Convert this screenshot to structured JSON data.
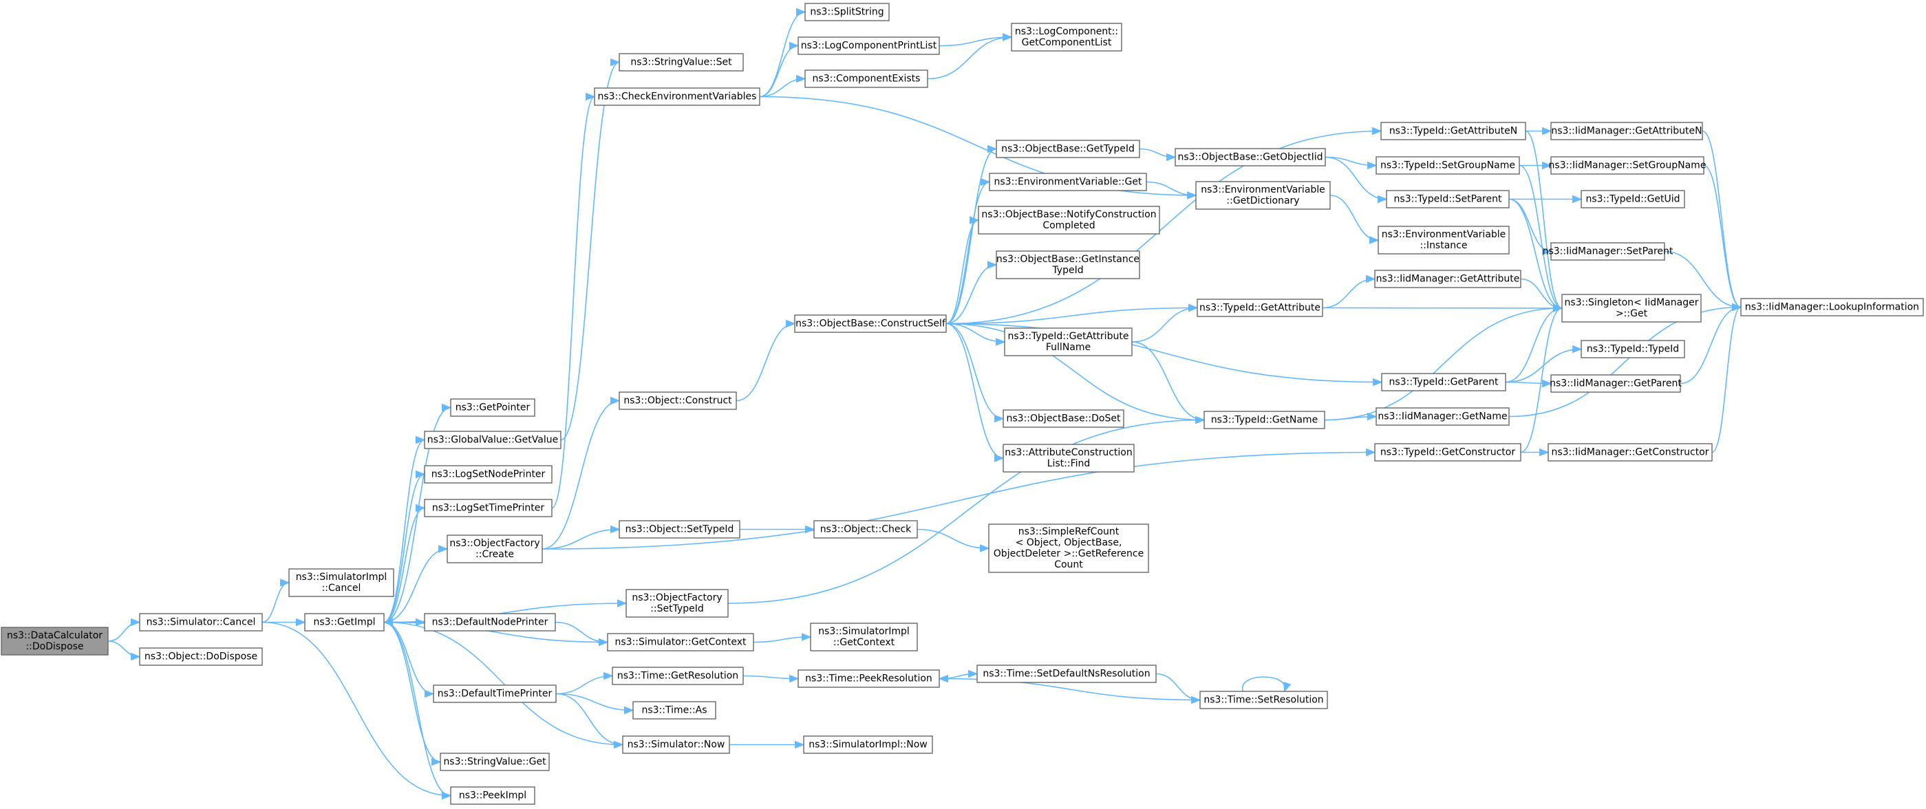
{
  "colors": {
    "edge": "#63b8ff",
    "node_border": "#666666",
    "root_fill": "#999999",
    "node_fill": "#ffffff"
  },
  "nodes": [
    {
      "id": "n0",
      "lines": [
        "ns3::DataCalculator",
        "::DoDispose"
      ],
      "root": true
    },
    {
      "id": "n1",
      "lines": [
        "ns3::Simulator::Cancel"
      ]
    },
    {
      "id": "n2",
      "lines": [
        "ns3::Object::DoDispose"
      ]
    },
    {
      "id": "n3",
      "lines": [
        "ns3::SimulatorImpl",
        "::Cancel"
      ]
    },
    {
      "id": "n4",
      "lines": [
        "ns3::GetImpl"
      ]
    },
    {
      "id": "n5",
      "lines": [
        "ns3::PeekImpl"
      ]
    },
    {
      "id": "n6",
      "lines": [
        "ns3::GetPointer"
      ]
    },
    {
      "id": "n7",
      "lines": [
        "ns3::GlobalValue::GetValue"
      ]
    },
    {
      "id": "n8",
      "lines": [
        "ns3::LogSetNodePrinter"
      ]
    },
    {
      "id": "n9",
      "lines": [
        "ns3::LogSetTimePrinter"
      ]
    },
    {
      "id": "n10",
      "lines": [
        "ns3::ObjectFactory",
        "::Create"
      ]
    },
    {
      "id": "n11",
      "lines": [
        "ns3::DefaultNodePrinter"
      ]
    },
    {
      "id": "n12",
      "lines": [
        "ns3::DefaultTimePrinter"
      ]
    },
    {
      "id": "n13",
      "lines": [
        "ns3::StringValue::Get"
      ]
    },
    {
      "id": "n14",
      "lines": [
        "ns3::StringValue::Set"
      ]
    },
    {
      "id": "n15",
      "lines": [
        "ns3::CheckEnvironmentVariables"
      ]
    },
    {
      "id": "n16",
      "lines": [
        "ns3::Object::Construct"
      ]
    },
    {
      "id": "n17",
      "lines": [
        "ns3::Object::SetTypeId"
      ]
    },
    {
      "id": "n18",
      "lines": [
        "ns3::ObjectFactory",
        "::SetTypeId"
      ]
    },
    {
      "id": "n19",
      "lines": [
        "ns3::Simulator::GetContext"
      ]
    },
    {
      "id": "n20",
      "lines": [
        "ns3::Time::GetResolution"
      ]
    },
    {
      "id": "n21",
      "lines": [
        "ns3::Time::As"
      ]
    },
    {
      "id": "n22",
      "lines": [
        "ns3::Simulator::Now"
      ]
    },
    {
      "id": "n23",
      "lines": [
        "ns3::SplitString"
      ]
    },
    {
      "id": "n24",
      "lines": [
        "ns3::LogComponentPrintList"
      ]
    },
    {
      "id": "n25",
      "lines": [
        "ns3::ComponentExists"
      ]
    },
    {
      "id": "n26",
      "lines": [
        "ns3::ObjectBase::ConstructSelf"
      ]
    },
    {
      "id": "n27",
      "lines": [
        "ns3::Object::Check"
      ]
    },
    {
      "id": "n28",
      "lines": [
        "ns3::SimulatorImpl",
        "::GetContext"
      ]
    },
    {
      "id": "n29",
      "lines": [
        "ns3::Time::PeekResolution"
      ]
    },
    {
      "id": "n30",
      "lines": [
        "ns3::SimulatorImpl::Now"
      ]
    },
    {
      "id": "n31",
      "lines": [
        "ns3::LogComponent::",
        "GetComponentList"
      ]
    },
    {
      "id": "n32",
      "lines": [
        "ns3::ObjectBase::GetTypeId"
      ]
    },
    {
      "id": "n33",
      "lines": [
        "ns3::EnvironmentVariable::Get"
      ]
    },
    {
      "id": "n34",
      "lines": [
        "ns3::ObjectBase::NotifyConstruction",
        "Completed"
      ]
    },
    {
      "id": "n35",
      "lines": [
        "ns3::ObjectBase::GetInstance",
        "TypeId"
      ]
    },
    {
      "id": "n36",
      "lines": [
        "ns3::TypeId::GetAttribute",
        "FullName"
      ]
    },
    {
      "id": "n37",
      "lines": [
        "ns3::ObjectBase::DoSet"
      ]
    },
    {
      "id": "n38",
      "lines": [
        "ns3::AttributeConstruction",
        "List::Find"
      ]
    },
    {
      "id": "n39",
      "lines": [
        "ns3::SimpleRefCount",
        "< Object, ObjectBase,",
        "ObjectDeleter >::GetReference",
        "Count"
      ]
    },
    {
      "id": "n40",
      "lines": [
        "ns3::Time::SetDefaultNsResolution"
      ]
    },
    {
      "id": "n41",
      "lines": [
        "ns3::ObjectBase::GetObjectIid"
      ]
    },
    {
      "id": "n42",
      "lines": [
        "ns3::EnvironmentVariable",
        "::GetDictionary"
      ]
    },
    {
      "id": "n43",
      "lines": [
        "ns3::TypeId::GetAttribute"
      ]
    },
    {
      "id": "n44",
      "lines": [
        "ns3::TypeId::GetName"
      ]
    },
    {
      "id": "n45",
      "lines": [
        "ns3::Time::SetResolution"
      ]
    },
    {
      "id": "n46",
      "lines": [
        "ns3::TypeId::GetAttributeN"
      ]
    },
    {
      "id": "n47",
      "lines": [
        "ns3::TypeId::SetGroupName"
      ]
    },
    {
      "id": "n48",
      "lines": [
        "ns3::TypeId::SetParent"
      ]
    },
    {
      "id": "n49",
      "lines": [
        "ns3::EnvironmentVariable",
        "::Instance"
      ]
    },
    {
      "id": "n50",
      "lines": [
        "ns3::IidManager::GetAttribute"
      ]
    },
    {
      "id": "n51",
      "lines": [
        "ns3::TypeId::GetParent"
      ]
    },
    {
      "id": "n52",
      "lines": [
        "ns3::IidManager::GetName"
      ]
    },
    {
      "id": "n53",
      "lines": [
        "ns3::TypeId::GetConstructor"
      ]
    },
    {
      "id": "n54",
      "lines": [
        "ns3::IidManager::GetAttributeN"
      ]
    },
    {
      "id": "n55",
      "lines": [
        "ns3::IidManager::SetGroupName"
      ]
    },
    {
      "id": "n56",
      "lines": [
        "ns3::TypeId::GetUid"
      ]
    },
    {
      "id": "n57",
      "lines": [
        "ns3::IidManager::SetParent"
      ]
    },
    {
      "id": "n58",
      "lines": [
        "ns3::Singleton< IidManager",
        ">::Get"
      ]
    },
    {
      "id": "n59",
      "lines": [
        "ns3::TypeId::TypeId"
      ]
    },
    {
      "id": "n60",
      "lines": [
        "ns3::IidManager::GetParent"
      ]
    },
    {
      "id": "n61",
      "lines": [
        "ns3::IidManager::GetConstructor"
      ]
    },
    {
      "id": "n62",
      "lines": [
        "ns3::IidManager::LookupInformation"
      ]
    }
  ],
  "edges": [
    [
      "n0",
      "n1"
    ],
    [
      "n0",
      "n2"
    ],
    [
      "n1",
      "n3"
    ],
    [
      "n1",
      "n4"
    ],
    [
      "n1",
      "n5"
    ],
    [
      "n4",
      "n6"
    ],
    [
      "n4",
      "n7"
    ],
    [
      "n4",
      "n8"
    ],
    [
      "n4",
      "n9"
    ],
    [
      "n4",
      "n10"
    ],
    [
      "n4",
      "n11"
    ],
    [
      "n4",
      "n12"
    ],
    [
      "n4",
      "n13"
    ],
    [
      "n4",
      "n5"
    ],
    [
      "n4",
      "n18"
    ],
    [
      "n7",
      "n14"
    ],
    [
      "n9",
      "n15"
    ],
    [
      "n10",
      "n16"
    ],
    [
      "n10",
      "n17"
    ],
    [
      "n10",
      "n53"
    ],
    [
      "n11",
      "n19"
    ],
    [
      "n19",
      "n4"
    ],
    [
      "n19",
      "n28"
    ],
    [
      "n12",
      "n20"
    ],
    [
      "n12",
      "n21"
    ],
    [
      "n12",
      "n22"
    ],
    [
      "n22",
      "n4"
    ],
    [
      "n22",
      "n30"
    ],
    [
      "n20",
      "n29"
    ],
    [
      "n29",
      "n40"
    ],
    [
      "n40",
      "n45"
    ],
    [
      "n45",
      "n29"
    ],
    [
      "n45",
      "n45"
    ],
    [
      "n15",
      "n23"
    ],
    [
      "n15",
      "n24"
    ],
    [
      "n15",
      "n25"
    ],
    [
      "n15",
      "n42"
    ],
    [
      "n24",
      "n31"
    ],
    [
      "n25",
      "n31"
    ],
    [
      "n16",
      "n26"
    ],
    [
      "n17",
      "n27"
    ],
    [
      "n27",
      "n39"
    ],
    [
      "n18",
      "n44"
    ],
    [
      "n26",
      "n32"
    ],
    [
      "n26",
      "n33"
    ],
    [
      "n26",
      "n34"
    ],
    [
      "n26",
      "n35"
    ],
    [
      "n26",
      "n36"
    ],
    [
      "n26",
      "n37"
    ],
    [
      "n26",
      "n38"
    ],
    [
      "n26",
      "n43"
    ],
    [
      "n26",
      "n44"
    ],
    [
      "n26",
      "n46"
    ],
    [
      "n26",
      "n51"
    ],
    [
      "n32",
      "n41"
    ],
    [
      "n33",
      "n42"
    ],
    [
      "n41",
      "n47"
    ],
    [
      "n41",
      "n48"
    ],
    [
      "n42",
      "n49"
    ],
    [
      "n36",
      "n43"
    ],
    [
      "n36",
      "n44"
    ],
    [
      "n43",
      "n50"
    ],
    [
      "n43",
      "n58"
    ],
    [
      "n44",
      "n52"
    ],
    [
      "n44",
      "n58"
    ],
    [
      "n46",
      "n54"
    ],
    [
      "n46",
      "n58"
    ],
    [
      "n47",
      "n55"
    ],
    [
      "n47",
      "n58"
    ],
    [
      "n48",
      "n56"
    ],
    [
      "n48",
      "n57"
    ],
    [
      "n48",
      "n58"
    ],
    [
      "n51",
      "n58"
    ],
    [
      "n51",
      "n59"
    ],
    [
      "n51",
      "n60"
    ],
    [
      "n53",
      "n58"
    ],
    [
      "n53",
      "n61"
    ],
    [
      "n50",
      "n58"
    ],
    [
      "n54",
      "n62"
    ],
    [
      "n55",
      "n62"
    ],
    [
      "n57",
      "n62"
    ],
    [
      "n60",
      "n62"
    ],
    [
      "n52",
      "n62"
    ],
    [
      "n61",
      "n62"
    ]
  ]
}
